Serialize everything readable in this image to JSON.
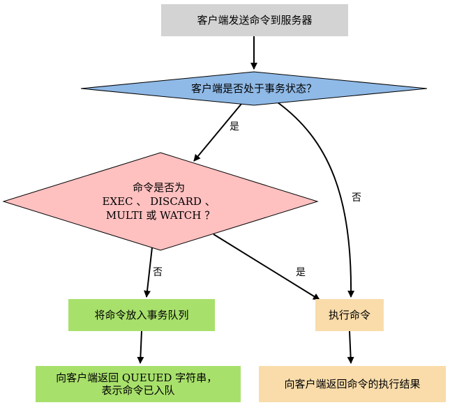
{
  "colors": {
    "start_fill": "#d3d3d3",
    "check_fill": "#8fb9e6",
    "tx_fill": "#ffc0c0",
    "queue_fill": "#a8e06c",
    "queued_reply_fill": "#a8e06c",
    "exec_fill": "#f9dcaa",
    "return_fill": "#f9dcaa",
    "stroke": "#000000"
  },
  "nodes": {
    "start": {
      "lines": [
        "客户端发送命令到服务器"
      ]
    },
    "check_tx": {
      "lines": [
        "客户端是否处于事务状态？"
      ]
    },
    "cmd_check": {
      "lines": [
        "命令是否为",
        "EXEC 、 DISCARD 、",
        "MULTI 或 WATCH ？"
      ]
    },
    "enqueue": {
      "lines": [
        "将命令放入事务队列"
      ]
    },
    "exec_cmd": {
      "lines": [
        "执行命令"
      ]
    },
    "queued_reply": {
      "lines": [
        "向客户端返回 QUEUED 字符串，",
        "表示命令已入队"
      ]
    },
    "return_result": {
      "lines": [
        "向客户端返回命令的执行结果"
      ]
    }
  },
  "edges": {
    "yes_to_cmd": "是",
    "no_to_exec": "否",
    "no_to_enqueue": "否",
    "yes_to_exec": "是"
  }
}
